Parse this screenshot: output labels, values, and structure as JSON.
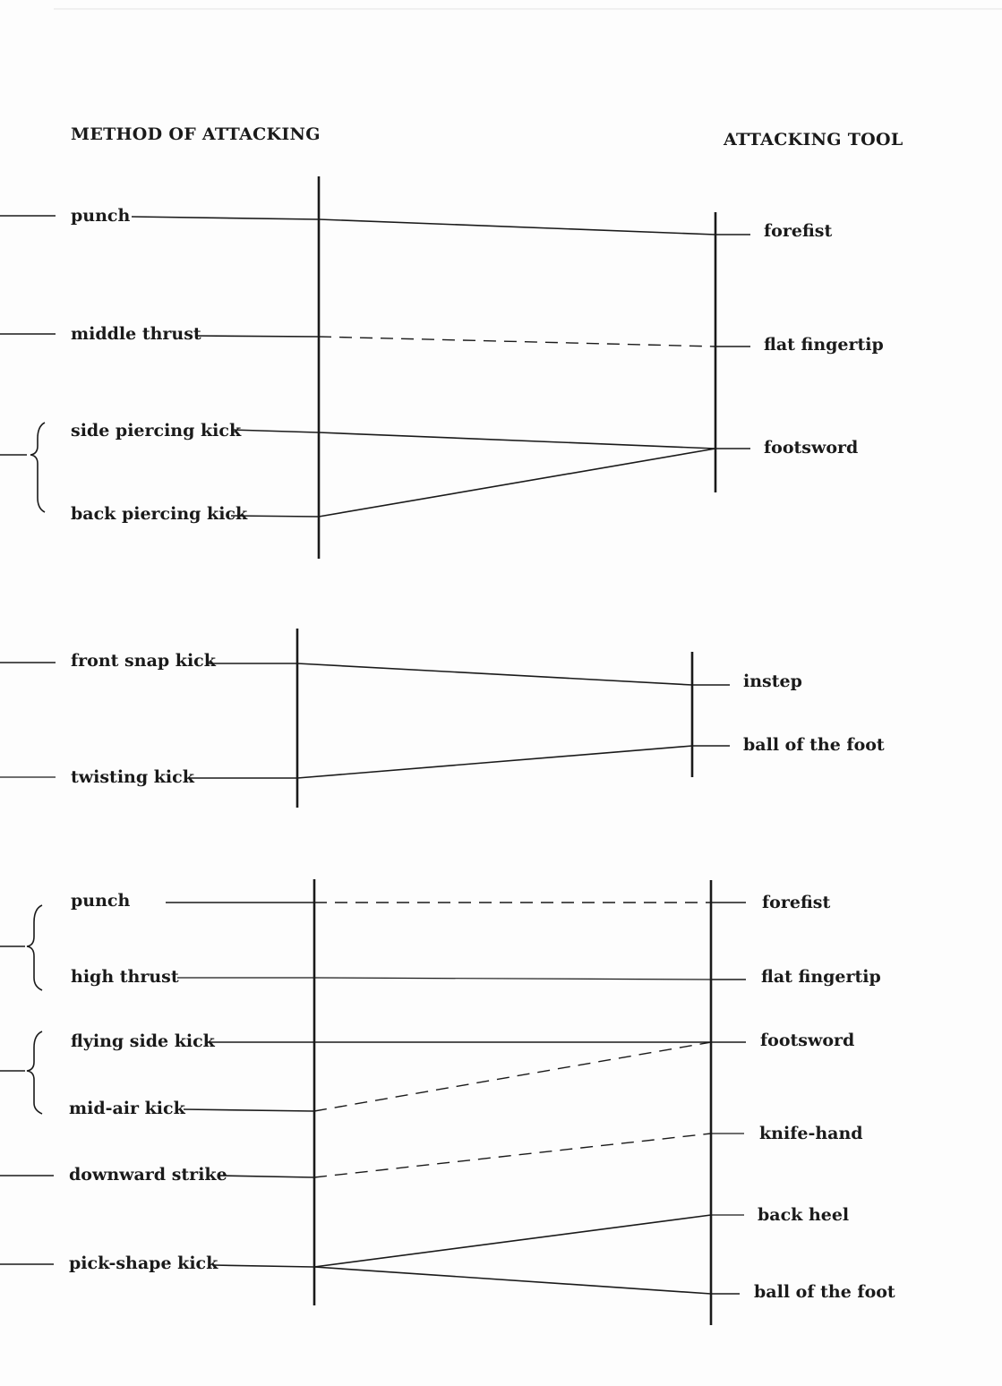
{
  "headers": {
    "left": "METHOD OF ATTACKING",
    "right": "ATTACKING TOOL"
  },
  "groups": [
    {
      "methods": [
        "punch",
        "middle thrust",
        "side piercing kick",
        "back piercing kick"
      ],
      "tools": [
        "forefist",
        "flat fingertip",
        "footsword"
      ]
    },
    {
      "methods": [
        "front snap kick",
        "twisting kick"
      ],
      "tools": [
        "instep",
        "ball of the foot"
      ]
    },
    {
      "methods": [
        "punch",
        "high thrust",
        "flying side kick",
        "mid-air kick",
        "downward strike",
        "pick-shape kick"
      ],
      "tools": [
        "forefist",
        "flat fingertip",
        "footsword",
        "knife-hand",
        "back heel",
        "ball of the foot"
      ]
    }
  ],
  "connections": [
    {
      "method": "punch",
      "tool": "forefist",
      "style": "solid"
    },
    {
      "method": "middle thrust",
      "tool": "flat fingertip",
      "style": "dashed"
    },
    {
      "method": "side piercing kick",
      "tool": "footsword",
      "style": "solid"
    },
    {
      "method": "back piercing kick",
      "tool": "footsword",
      "style": "solid"
    },
    {
      "method": "front snap kick",
      "tool": "instep",
      "style": "solid"
    },
    {
      "method": "twisting kick",
      "tool": "ball of the foot",
      "style": "solid"
    },
    {
      "method": "punch",
      "tool": "forefist",
      "style": "dashed"
    },
    {
      "method": "high thrust",
      "tool": "flat fingertip",
      "style": "solid"
    },
    {
      "method": "flying side kick",
      "tool": "footsword",
      "style": "solid"
    },
    {
      "method": "mid-air kick",
      "tool": "footsword",
      "style": "dashed"
    },
    {
      "method": "downward strike",
      "tool": "knife-hand",
      "style": "dashed"
    },
    {
      "method": "pick-shape kick",
      "tool": "back heel",
      "style": "solid"
    },
    {
      "method": "pick-shape kick",
      "tool": "ball of the foot",
      "style": "solid"
    }
  ]
}
